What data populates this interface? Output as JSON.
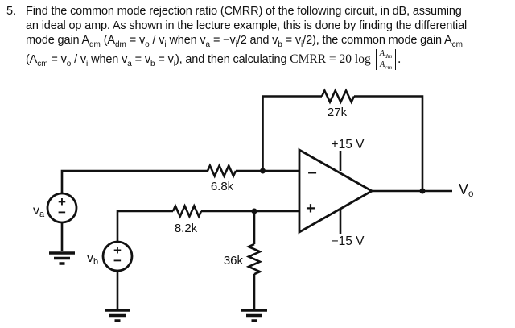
{
  "problem": {
    "number": "5.",
    "lines": [
      [
        {
          "t": "Find the common mode rejection ratio (CMRR) of the following circuit, in dB, assuming"
        }
      ],
      [
        {
          "t": "an ideal op amp. As shown in the lecture example, this is done by finding the differential"
        }
      ],
      [
        {
          "t": "mode gain A"
        },
        {
          "t": "dm",
          "sub": true
        },
        {
          "t": " (A"
        },
        {
          "t": "dm",
          "sub": true
        },
        {
          "t": " = v"
        },
        {
          "t": "o",
          "sub": true
        },
        {
          "t": " / v"
        },
        {
          "t": "i",
          "sub": true
        },
        {
          "t": " when v"
        },
        {
          "t": "a",
          "sub": true
        },
        {
          "t": " = −v"
        },
        {
          "t": "i",
          "sub": true
        },
        {
          "t": "/2 and v"
        },
        {
          "t": "b",
          "sub": true
        },
        {
          "t": " = v"
        },
        {
          "t": "i",
          "sub": true
        },
        {
          "t": "/2), the common mode gain A"
        },
        {
          "t": "cm",
          "sub": true
        }
      ],
      [
        {
          "t": "(A"
        },
        {
          "t": "cm",
          "sub": true
        },
        {
          "t": " = v"
        },
        {
          "t": "o",
          "sub": true
        },
        {
          "t": " / v"
        },
        {
          "t": "i",
          "sub": true
        },
        {
          "t": " when v"
        },
        {
          "t": "a",
          "sub": true
        },
        {
          "t": " = v"
        },
        {
          "t": "b",
          "sub": true
        },
        {
          "t": " = v"
        },
        {
          "t": "i",
          "sub": true
        },
        {
          "t": "), and then calculating "
        }
      ]
    ],
    "formula": {
      "lhs": "CMRR = 20 log ",
      "num": "A",
      "num_sub": "dm",
      "den": "A",
      "den_sub": "cm",
      "suffix": "."
    }
  },
  "circuit": {
    "feedback_resistor_label": "27k",
    "inverting_resistor_label": "6.8k",
    "noninverting_resistor_label": "8.2k",
    "shunt_resistor_label": "36k",
    "positive_supply_label": "+15 V",
    "negative_supply_label": "−15 V",
    "opamp": {
      "minus": "−",
      "plus": "+"
    },
    "source_a": {
      "name": "v",
      "sub": "a",
      "plus": "+",
      "minus": "−"
    },
    "source_b": {
      "name": "v",
      "sub": "b",
      "plus": "+",
      "minus": "−"
    },
    "output": {
      "name": "V",
      "sub": "o"
    },
    "colors": {
      "ink": "#111111",
      "background": "#ffffff"
    }
  }
}
